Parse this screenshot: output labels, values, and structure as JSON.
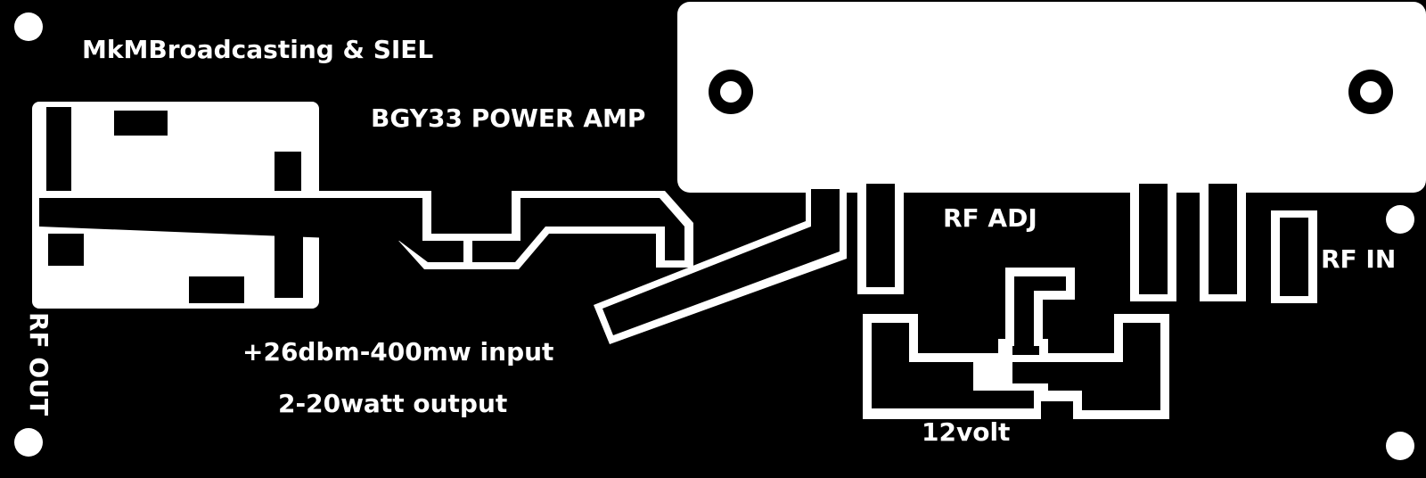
{
  "labels": {
    "header": "MkMBroadcasting & SIEL",
    "title": "BGY33 POWER AMP",
    "rf_adj": "RF ADJ",
    "rf_in": "RF IN",
    "rf_out": "RF OUT",
    "input_spec": "+26dbm-400mw input",
    "output_spec": "2-20watt output",
    "supply": "12volt"
  },
  "colors": {
    "copper": "#ffffff",
    "substrate": "#000000"
  }
}
